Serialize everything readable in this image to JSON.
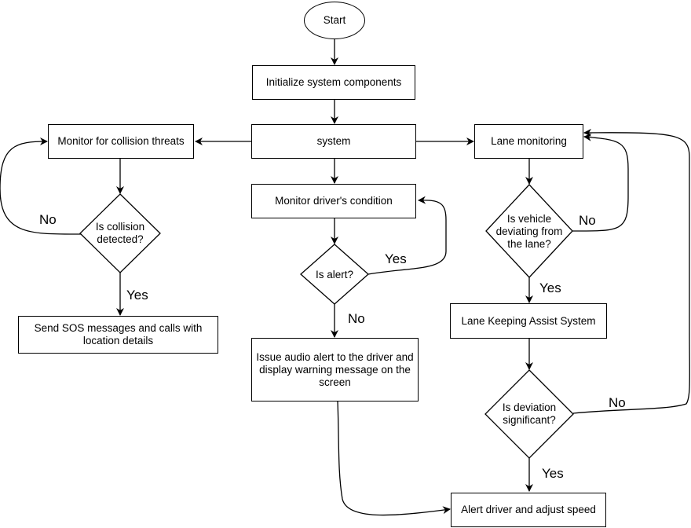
{
  "nodes": {
    "start": "Start",
    "init": "Initialize system components",
    "system": "system",
    "monitor_collision": "Monitor for collision threats",
    "is_collision": "Is collision detected?",
    "send_sos": "Send SOS messages and calls with location details",
    "monitor_driver": "Monitor driver's condition",
    "is_alert": "Is alert?",
    "issue_alert": "Issue audio alert to the driver and display warning message on the screen",
    "lane_monitoring": "Lane monitoring",
    "is_deviating": "Is vehicle deviating from the lane?",
    "lane_keeping": "Lane Keeping Assist System",
    "is_significant": "Is deviation significant?",
    "alert_adjust": "Alert driver and adjust speed"
  },
  "edge_labels": {
    "collision_no": "No",
    "collision_yes": "Yes",
    "alert_yes": "Yes",
    "alert_no": "No",
    "deviating_no": "No",
    "deviating_yes": "Yes",
    "significant_no": "No",
    "significant_yes": "Yes"
  }
}
